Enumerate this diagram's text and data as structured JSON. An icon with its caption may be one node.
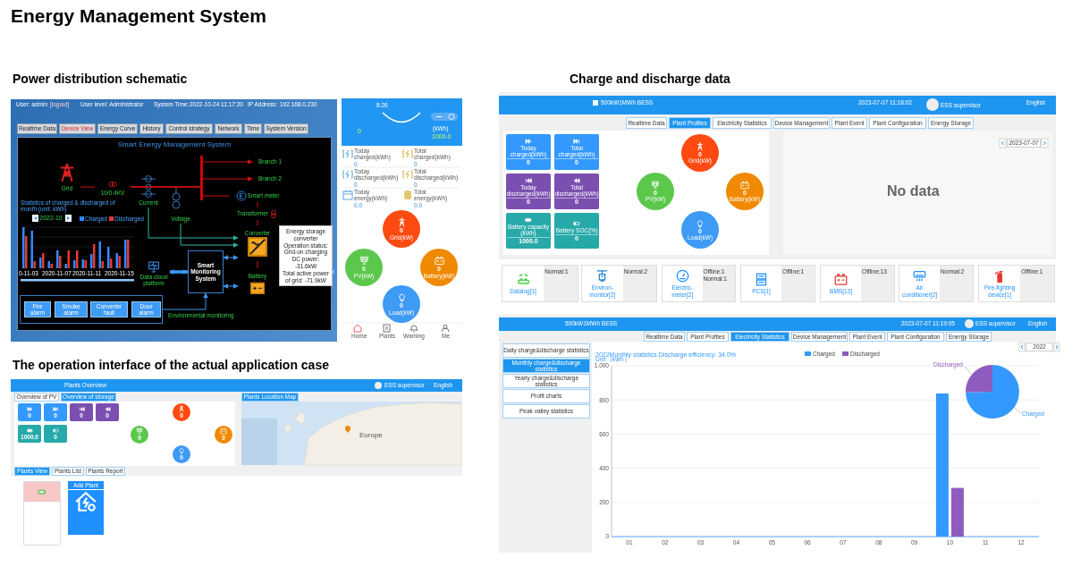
{
  "diagram": {
    "title": "Energy Management System",
    "nodes": [
      {
        "text": [
          "Smart Energy Management System"
        ]
      },
      {
        "text": [
          "Grid"
        ],
        "in": 0
      },
      {
        "text": [
          "10/0.4KV"
        ],
        "in": 0
      },
      {
        "text": [
          "Current"
        ],
        "in": 0
      },
      {
        "text": [
          "Voltage"
        ],
        "in": 0
      },
      {
        "text": [
          "Branch 1"
        ],
        "in": 0
      },
      {
        "text": [
          "Branch 2"
        ],
        "in": 0
      },
      {
        "text": [
          "Smart meter"
        ],
        "in": 0
      },
      {
        "text": [
          "Transformer"
        ],
        "in": 0
      },
      {
        "text": [
          "Converter"
        ],
        "in": 0,
        "beside": [
          "Energy storage converter",
          "Operation status: Grid-on charging",
          "DC power: -31.6kW",
          "Total active power of grid: -71.9kW"
        ]
      },
      {
        "text": [
          "Battery"
        ],
        "in": 0
      },
      {
        "text": [
          "Smart Monitoring System"
        ],
        "in": 0
      },
      {
        "text": [
          "Data cloud platform"
        ],
        "in": 0
      },
      {
        "text": [
          "Environmental monitoring"
        ],
        "in": 0
      },
      {
        "text": [
          "Fire alarm"
        ],
        "in": 13
      },
      {
        "text": [
          "Smoke alarm"
        ],
        "in": 13
      },
      {
        "text": [
          "Converter fault"
        ],
        "in": 13
      },
      {
        "text": [
          "Door alarm"
        ],
        "in": 13
      },
      {
        "text": [
          "0",
          "Grid(kW)"
        ]
      },
      {
        "text": [
          "0",
          "PV(kW)"
        ]
      },
      {
        "text": [
          "0",
          "Battery(kW)"
        ]
      },
      {
        "text": [
          "0",
          "Load(kW)"
        ]
      },
      {
        "text": [
          "Today charged(kWh)",
          "0"
        ]
      },
      {
        "text": [
          "Total charged(kWh)",
          "0"
        ]
      },
      {
        "text": [
          "Today discharged(kWh)",
          "0"
        ]
      },
      {
        "text": [
          "Total discharged(kWh)",
          "0"
        ]
      },
      {
        "text": [
          "Battery capacity (kWh)",
          "1000.0"
        ]
      },
      {
        "text": [
          "Battery SOC(%)",
          "0"
        ]
      },
      {
        "text": [
          "0",
          "Grid(kW)"
        ]
      },
      {
        "text": [
          "0",
          "PV(kW)"
        ]
      },
      {
        "text": [
          "0",
          "Battery(kW)"
        ]
      },
      {
        "text": [
          "0",
          "Load(kW)"
        ]
      },
      {
        "text": [
          "Datalog[1]",
          "Normal:1"
        ]
      },
      {
        "text": [
          "Environ-monitor[2]",
          "Normal:2"
        ]
      },
      {
        "text": [
          "Electric-meter[2]",
          "Offline:1",
          "Normal:1"
        ]
      },
      {
        "text": [
          "PCS[1]",
          "Offline:1"
        ]
      },
      {
        "text": [
          "BMS[13]",
          "Offline:13"
        ]
      },
      {
        "text": [
          "Air conditioner[2]",
          "Normal:2"
        ]
      },
      {
        "text": [
          "Fire-fighting device[1]",
          "Offline:1"
        ]
      },
      {
        "text": [
          "0"
        ]
      },
      {
        "text": [
          "0"
        ]
      },
      {
        "text": [
          "0"
        ]
      },
      {
        "text": [
          "0"
        ]
      },
      {
        "text": [
          "1000.0"
        ]
      },
      {
        "text": [
          "0"
        ]
      },
      {
        "text": [
          "0"
        ]
      },
      {
        "text": [
          "0"
        ]
      },
      {
        "text": [
          "0"
        ]
      },
      {
        "text": [
          "0"
        ]
      },
      {
        "text": [
          "Add Plant"
        ]
      },
      {
        "text": [],
        "shape": "box"
      }
    ],
    "edges": [
      {
        "from": 1,
        "to": 2,
        "arrow": "none"
      },
      {
        "from": 2,
        "to": 5,
        "arrow": "to"
      },
      {
        "from": 2,
        "to": 6,
        "arrow": "to"
      },
      {
        "from": 2,
        "to": 7,
        "arrow": "none"
      },
      {
        "from": 7,
        "to": 8,
        "arrow": "none"
      },
      {
        "from": 8,
        "to": 9,
        "arrow": "none"
      },
      {
        "from": 9,
        "to": 10,
        "arrow": "none"
      },
      {
        "from": 3,
        "to": 9,
        "arrow": "to",
        "color": "#2bb5a8"
      },
      {
        "from": 4,
        "to": 9,
        "arrow": "to",
        "color": "#2bb5a8"
      },
      {
        "from": 12,
        "to": 11,
        "arrow": "both",
        "style": "thick",
        "color": "#3d9af5"
      },
      {
        "from": 11,
        "to": 9,
        "arrow": "both",
        "color": "#3d9af5"
      },
      {
        "from": 11,
        "to": 10,
        "arrow": "both",
        "color": "#3d9af5"
      },
      {
        "from": 13,
        "to": 11,
        "arrow": "to",
        "color": "#3d9af5"
      }
    ],
    "labels": [
      "Power distribution schematic",
      "Charge and discharge data",
      "User: admin",
      "[logout]",
      "User level: Administrator",
      "System Time:",
      "2022-10-24 11:17:20",
      "IP Address:",
      "192.168.0.230",
      "Realtime Data",
      "Device View",
      "Energy Curve",
      "History",
      "Control strategy",
      "Network",
      "Time",
      "System Version",
      "Statistics of charged & discharged of month (unit: kWh)",
      "2022-10",
      "0-11-03",
      "2020-11-07",
      "2020-11-11",
      "2020-11-15",
      "8:26",
      "0",
      "(kWh)",
      "1000.0",
      "Today charged(kWh)",
      "0",
      "Total charged(kWh)",
      "0",
      "Today discharged(kWh)",
      "0",
      "Total discharged(kWh)",
      "0",
      "Today energy(kWh)",
      "0.0",
      "Total energy(kWh)",
      "0.0",
      "Home",
      "Plants",
      "Warning",
      "Me",
      "500kW1MWh BESS",
      "2023-07-07 11:18:02",
      "ESS supervisor",
      "English",
      "Realtime Data",
      "Plant Profiles",
      "Electricity Statistics",
      "Device Management",
      "Plant Event",
      "Plant Configuration",
      "Energy Storage",
      "2023-07-07",
      "No data",
      "500kW1MWh BESS",
      "2023-07-07 11:19:05",
      "ESS supervisor",
      "English",
      "Realtime Data",
      "Plant Profiles",
      "Electricity Statistics",
      "Device Management",
      "Plant Event",
      "Plant Configuration",
      "Energy Storage",
      "Daily charge&discharge statistics",
      "Monthly charge&discharge statistics",
      "Yearly charge&discharge statistics",
      "Profit charts",
      "Peak valley statistics",
      "2022",
      "2022Monthly statistics Discharge efficiency: 34.0%",
      "Discharged",
      "Charged",
      "The operation interface of the actual application case",
      "Plants Overview",
      "ESS supervisor",
      "English",
      "Overview of PV",
      "Overview of storage",
      "Plants Location Map",
      "Europe",
      "Plants View",
      "Plants List",
      "Plants Report"
    ],
    "legend": [
      {
        "text": "Charged",
        "color": "#2e8bff"
      },
      {
        "text": "Discharged",
        "color": "#e53935"
      }
    ],
    "chart_data": {
      "type": "bar",
      "ylabel": "Unit（kWh）",
      "categories": [
        "01",
        "02",
        "03",
        "04",
        "05",
        "06",
        "07",
        "08",
        "09",
        "10",
        "11",
        "12"
      ],
      "series": [
        {
          "name": "Charged",
          "color": "#3399ff",
          "values": [
            0,
            0,
            0,
            0,
            0,
            0,
            0,
            0,
            0,
            838,
            0,
            0
          ]
        },
        {
          "name": "Discharged",
          "color": "#8e5bbf",
          "values": [
            0,
            0,
            0,
            0,
            0,
            0,
            0,
            0,
            0,
            285,
            0,
            0
          ]
        }
      ],
      "ylim": [
        0,
        1000
      ],
      "yticks": [
        0,
        200,
        400,
        600,
        800,
        {
          "value": 1000,
          "label": "1,000"
        }
      ],
      "grid": true,
      "legend": "top"
    }
  }
}
